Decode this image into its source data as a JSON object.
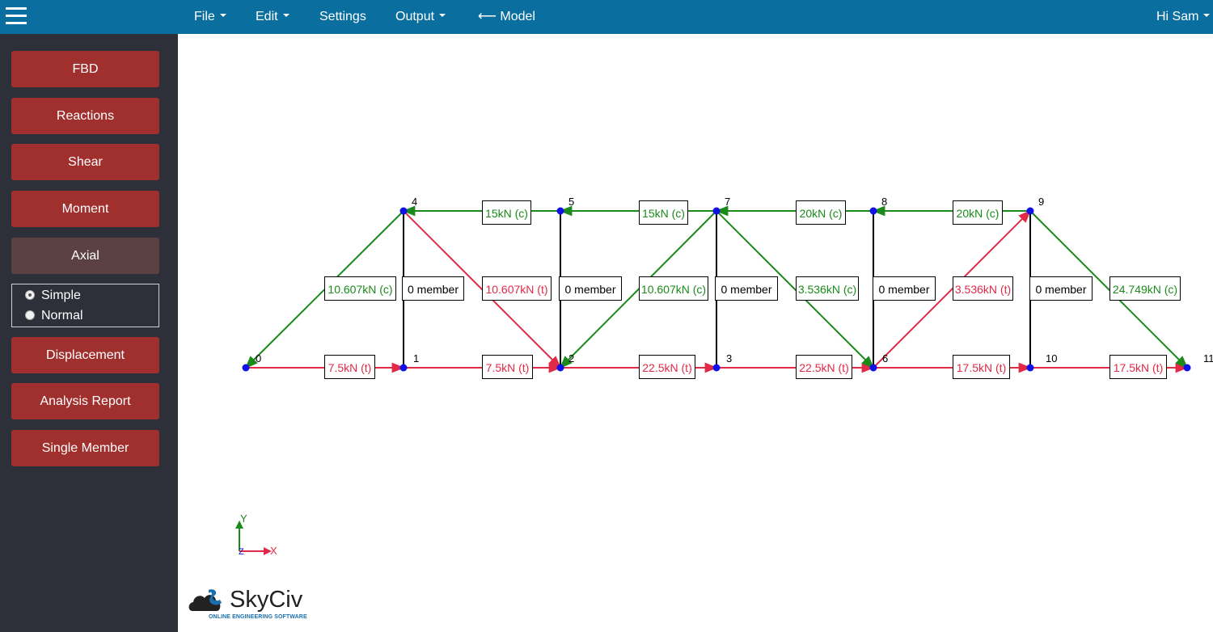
{
  "topbar": {
    "menu": [
      {
        "label": "File",
        "has_caret": true
      },
      {
        "label": "Edit",
        "has_caret": true
      },
      {
        "label": "Settings",
        "has_caret": false
      },
      {
        "label": "Output",
        "has_caret": true
      },
      {
        "label": "⟵ Model",
        "has_caret": false
      }
    ],
    "user": {
      "label": "Hi Sam",
      "has_caret": true
    }
  },
  "sidebar": {
    "buttons": [
      "FBD",
      "Reactions",
      "Shear",
      "Moment",
      "Axial",
      "Displacement",
      "Analysis Report",
      "Single Member"
    ],
    "active_button": "Axial",
    "display_mode": {
      "options": [
        "Simple",
        "Normal"
      ],
      "selected": "Simple"
    }
  },
  "colors": {
    "topbar": "#0a6e9e",
    "sidebar": "#2d3039",
    "button": "#a0302e",
    "compression": "#1a8a1a",
    "tension": "#e02a47",
    "zero": "#000000",
    "node": "#1010e8"
  },
  "truss": {
    "nodes": [
      {
        "id": "0",
        "label": "0"
      },
      {
        "id": "1",
        "label": "1"
      },
      {
        "id": "2",
        "label": "2"
      },
      {
        "id": "3",
        "label": "3"
      },
      {
        "id": "4",
        "label": "4"
      },
      {
        "id": "5",
        "label": "5"
      },
      {
        "id": "6",
        "label": "6"
      },
      {
        "id": "7",
        "label": "7"
      },
      {
        "id": "8",
        "label": "8"
      },
      {
        "id": "9",
        "label": "9"
      },
      {
        "id": "10",
        "label": "10"
      },
      {
        "id": "11",
        "label": "11"
      }
    ],
    "members": [
      {
        "from": "0",
        "to": "1",
        "type": "t",
        "label": "7.5kN (t)"
      },
      {
        "from": "1",
        "to": "2",
        "type": "t",
        "label": "7.5kN (t)"
      },
      {
        "from": "2",
        "to": "3",
        "type": "t",
        "label": "22.5kN (t)"
      },
      {
        "from": "3",
        "to": "6",
        "type": "t",
        "label": "22.5kN (t)"
      },
      {
        "from": "6",
        "to": "10",
        "type": "t",
        "label": "17.5kN (t)"
      },
      {
        "from": "10",
        "to": "11",
        "type": "t",
        "label": "17.5kN (t)"
      },
      {
        "from": "5",
        "to": "4",
        "type": "c",
        "label": "15kN (c)"
      },
      {
        "from": "7",
        "to": "5",
        "type": "c",
        "label": "15kN (c)"
      },
      {
        "from": "8",
        "to": "7",
        "type": "c",
        "label": "20kN (c)"
      },
      {
        "from": "9",
        "to": "8",
        "type": "c",
        "label": "20kN (c)"
      },
      {
        "from": "4",
        "to": "0",
        "type": "c",
        "label": "10.607kN (c)"
      },
      {
        "from": "4",
        "to": "2",
        "type": "t",
        "label": "10.607kN (t)"
      },
      {
        "from": "7",
        "to": "2",
        "type": "c",
        "label": "10.607kN (c)"
      },
      {
        "from": "7",
        "to": "6",
        "type": "c",
        "label": "3.536kN (c)"
      },
      {
        "from": "6",
        "to": "9",
        "type": "t",
        "label": "3.536kN (t)"
      },
      {
        "from": "9",
        "to": "11",
        "type": "c",
        "label": "24.749kN (c)"
      },
      {
        "from": "4",
        "to": "1",
        "type": "z",
        "label": "0 member"
      },
      {
        "from": "5",
        "to": "2",
        "type": "z",
        "label": "0 member"
      },
      {
        "from": "7",
        "to": "3",
        "type": "z",
        "label": "0 member"
      },
      {
        "from": "8",
        "to": "6",
        "type": "z",
        "label": "0 member"
      },
      {
        "from": "9",
        "to": "10",
        "type": "z",
        "label": "0 member"
      }
    ]
  },
  "axes": {
    "y": "Y",
    "x": "X",
    "z": "Z"
  },
  "logo": {
    "name": "SkyCiv",
    "tagline": "ONLINE ENGINEERING SOFTWARE"
  }
}
